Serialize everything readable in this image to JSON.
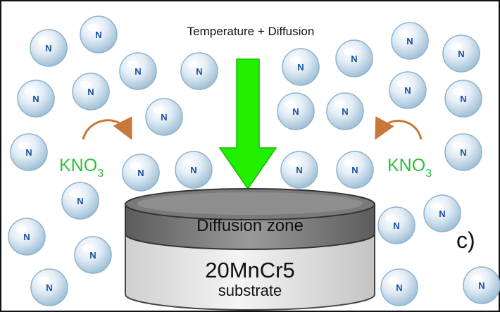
{
  "title": "Temperature + Diffusion",
  "atom_label": "N",
  "reagent_left": {
    "base": "KNO",
    "sub": "3"
  },
  "reagent_right": {
    "base": "KNO",
    "sub": "3"
  },
  "zone_label": "Diffusion zone",
  "substrate_name": "20MnCr5",
  "substrate_word": "substrate",
  "panel_label": "c)",
  "colors": {
    "arrow_green": "#22ee00",
    "reagent_green": "#2fbf3a",
    "curve_orange": "#c8783a",
    "sphere_edge": "#8fb3cc",
    "sphere_fill": "#dbe8f3",
    "atom_text": "#1a4f9c",
    "zone_top": "#6e6e6e",
    "zone_body": "#8a8a8a",
    "substrate_body": "#e6e6e6"
  }
}
